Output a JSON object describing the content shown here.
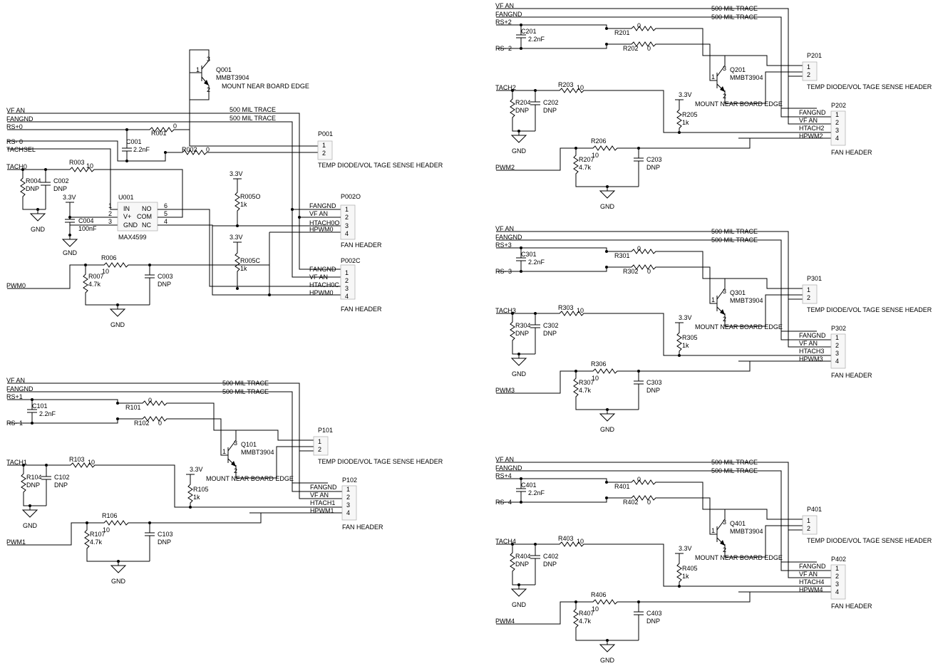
{
  "block0": {
    "net_vfan": "VF AN",
    "net_fangnd": "FANGND",
    "net_rsp": "RS+0",
    "net_rsn": "RS- 0",
    "net_tachsel": "TACHSEL",
    "net_tach": "TACH0",
    "net_pwm": "PWM0",
    "trace_vfan": "500 MIL TRACE",
    "trace_fangnd": "500 MIL TRACE",
    "q_ref": "Q001",
    "q_part": "MMBT3904",
    "q_note": "MOUNT NEAR BOARD EDGE",
    "q_p1": "1",
    "q_p2": "2",
    "q_p3": "3",
    "r001": "R001",
    "r001_v": "0",
    "c001": "C001",
    "c001_v": "2.2nF",
    "r002": "R002",
    "r002_v": "0",
    "p001": "P001",
    "p001_1": "1",
    "p001_2": "2",
    "p001_desc": "TEMP  DIODE/VOL TAGE SENSE HEADER",
    "r003": "R003",
    "r003_v": "10",
    "r004": "R004",
    "r004_v": "DNP",
    "c002": "C002",
    "c002_v": "DNP",
    "gnd1": "GND",
    "v33_a": "3.3V",
    "c004": "C004",
    "c004_v": "100nF",
    "gnd2": "GND",
    "u_ref": "U001",
    "u_part": "MAX4599",
    "u_in": "IN",
    "u_vp": "V+",
    "u_gnd": "GND",
    "u_no": "NO",
    "u_com": "COM",
    "u_nc": "NC",
    "u_p1": "1",
    "u_p2": "2",
    "u_p3": "3",
    "u_p4": "4",
    "u_p5": "5",
    "u_p6": "6",
    "v33_b": "3.3V",
    "r005o": "R005O",
    "r005o_v": "1k",
    "v33_c": "3.3V",
    "r005c": "R005C",
    "r005c_v": "1k",
    "p002o": "P002O",
    "p002c": "P002C",
    "fan_hdr1": "FAN  HEADER",
    "fan_hdr2": "FAN  HEADER",
    "po_fangnd": "FANGND",
    "po_vfan": "VF AN",
    "po_htach": "HTACH0O",
    "po_hpwm": "HPWM0",
    "pc_fangnd": "FANGND",
    "pc_vfan": "VF AN",
    "pc_htach": "HTACH0C",
    "pc_hpwm": "HPWM0",
    "r006": "R006",
    "r006_v": "10",
    "r007": "R007",
    "r007_v": "4.7k",
    "c003": "C003",
    "c003_v": "DNP",
    "gnd3": "GND"
  },
  "block1": {
    "net_vfan": "VF AN",
    "net_fangnd": "FANGND",
    "net_rsp": "RS+1",
    "net_rsn": "RS- 1",
    "net_tach": "TACH1",
    "net_pwm": "PWM1",
    "trace_vfan": "500 MIL TRACE",
    "trace_fangnd": "500 MIL TRACE",
    "c_ref": "C101",
    "c_val": "2.2nF",
    "ra_ref": "R101",
    "ra_val": "0",
    "rb_ref": "R102",
    "rb_val": "0",
    "q_ref": "Q101",
    "q_part": "MMBT3904",
    "q_note": "MOUNT NEAR BOARD EDGE",
    "q_p1": "1",
    "q_p2": "2",
    "q_p3": "3",
    "pa_ref": "P101",
    "pa_1": "1",
    "pa_2": "2",
    "pa_desc": "TEMP  DIODE/VOL TAGE SENSE HEADER",
    "rt_ref": "R103",
    "rt_val": "10",
    "rd_ref": "R104",
    "rd_val": "DNP",
    "cd_ref": "C102",
    "cd_val": "DNP",
    "gnd_a": "GND",
    "v33": "3.3V",
    "rp_ref": "R105",
    "rp_val": "1k",
    "pb_ref": "P102",
    "pb_fangnd": "FANGND",
    "pb_vfan": "VF AN",
    "pb_htach": "HTACH1",
    "pb_hpwm": "HPWM1",
    "pb_desc": "FAN  HEADER",
    "pin1": "1",
    "pin2": "2",
    "pin3": "3",
    "pin4": "4",
    "rw_ref": "R106",
    "rw_val": "10",
    "rpd_ref": "R107",
    "rpd_val": "4.7k",
    "cw_ref": "C103",
    "cw_val": "DNP",
    "gnd_b": "GND"
  },
  "block2": {
    "net_vfan": "VF AN",
    "net_fangnd": "FANGND",
    "net_rsp": "RS+2",
    "net_rsn": "RS- 2",
    "net_tach": "TACH2",
    "net_pwm": "PWM2",
    "trace_vfan": "500 MIL TRACE",
    "trace_fangnd": "500 MIL TRACE",
    "c_ref": "C201",
    "c_val": "2.2nF",
    "ra_ref": "R201",
    "ra_val": "0",
    "rb_ref": "R202",
    "rb_val": "0",
    "q_ref": "Q201",
    "q_part": "MMBT3904",
    "q_note": "MOUNT NEAR BOARD EDGE",
    "q_p1": "1",
    "q_p2": "2",
    "q_p3": "3",
    "pa_ref": "P201",
    "pa_1": "1",
    "pa_2": "2",
    "pa_desc": "TEMP  DIODE/VOL TAGE SENSE HEADER",
    "rt_ref": "R203",
    "rt_val": "10",
    "rd_ref": "R204",
    "rd_val": "DNP",
    "cd_ref": "C202",
    "cd_val": "DNP",
    "gnd_a": "GND",
    "v33": "3.3V",
    "rp_ref": "R205",
    "rp_val": "1k",
    "pb_ref": "P202",
    "pb_fangnd": "FANGND",
    "pb_vfan": "VF AN",
    "pb_htach": "HTACH2",
    "pb_hpwm": "HPWM2",
    "pb_desc": "FAN  HEADER",
    "pin1": "1",
    "pin2": "2",
    "pin3": "3",
    "pin4": "4",
    "rw_ref": "R206",
    "rw_val": "10",
    "rpd_ref": "R207",
    "rpd_val": "4.7k",
    "cw_ref": "C203",
    "cw_val": "DNP",
    "gnd_b": "GND"
  },
  "block3": {
    "net_vfan": "VF AN",
    "net_fangnd": "FANGND",
    "net_rsp": "RS+3",
    "net_rsn": "RS- 3",
    "net_tach": "TACH3",
    "net_pwm": "PWM3",
    "trace_vfan": "500 MIL TRACE",
    "trace_fangnd": "500 MIL TRACE",
    "c_ref": "C301",
    "c_val": "2.2nF",
    "ra_ref": "R301",
    "ra_val": "0",
    "rb_ref": "R302",
    "rb_val": "0",
    "q_ref": "Q301",
    "q_part": "MMBT3904",
    "q_note": "MOUNT NEAR BOARD EDGE",
    "q_p1": "1",
    "q_p2": "2",
    "q_p3": "3",
    "pa_ref": "P301",
    "pa_1": "1",
    "pa_2": "2",
    "pa_desc": "TEMP  DIODE/VOL TAGE SENSE HEADER",
    "rt_ref": "R303",
    "rt_val": "10",
    "rd_ref": "R304",
    "rd_val": "DNP",
    "cd_ref": "C302",
    "cd_val": "DNP",
    "gnd_a": "GND",
    "v33": "3.3V",
    "rp_ref": "R305",
    "rp_val": "1k",
    "pb_ref": "P302",
    "pb_fangnd": "FANGND",
    "pb_vfan": "VF AN",
    "pb_htach": "HTACH3",
    "pb_hpwm": "HPWM3",
    "pb_desc": "FAN  HEADER",
    "pin1": "1",
    "pin2": "2",
    "pin3": "3",
    "pin4": "4",
    "rw_ref": "R306",
    "rw_val": "10",
    "rpd_ref": "R307",
    "rpd_val": "4.7k",
    "cw_ref": "C303",
    "cw_val": "DNP",
    "gnd_b": "GND"
  },
  "block4": {
    "net_vfan": "VF AN",
    "net_fangnd": "FANGND",
    "net_rsp": "RS+4",
    "net_rsn": "RS- 4",
    "net_tach": "TACH4",
    "net_pwm": "PWM4",
    "trace_vfan": "500 MIL TRACE",
    "trace_fangnd": "500 MIL TRACE",
    "c_ref": "C401",
    "c_val": "2.2nF",
    "ra_ref": "R401",
    "ra_val": "0",
    "rb_ref": "R402",
    "rb_val": "0",
    "q_ref": "Q401",
    "q_part": "MMBT3904",
    "q_note": "MOUNT NEAR BOARD EDGE",
    "q_p1": "1",
    "q_p2": "2",
    "q_p3": "3",
    "pa_ref": "P401",
    "pa_1": "1",
    "pa_2": "2",
    "pa_desc": "TEMP  DIODE/VOL TAGE SENSE HEADER",
    "rt_ref": "R403",
    "rt_val": "10",
    "rd_ref": "R404",
    "rd_val": "DNP",
    "cd_ref": "C402",
    "cd_val": "DNP",
    "gnd_a": "GND",
    "v33": "3.3V",
    "rp_ref": "R405",
    "rp_val": "1k",
    "pb_ref": "P402",
    "pb_fangnd": "FANGND",
    "pb_vfan": "VF AN",
    "pb_htach": "HTACH4",
    "pb_hpwm": "HPWM4",
    "pb_desc": "FAN  HEADER",
    "pin1": "1",
    "pin2": "2",
    "pin3": "3",
    "pin4": "4",
    "rw_ref": "R406",
    "rw_val": "10",
    "rpd_ref": "R407",
    "rpd_val": "4.7k",
    "cw_ref": "C403",
    "cw_val": "DNP",
    "gnd_b": "GND"
  }
}
